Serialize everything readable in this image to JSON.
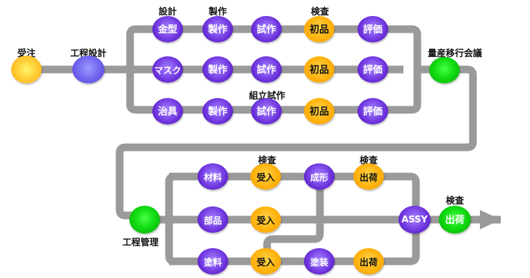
{
  "colors": {
    "pipe": "#9a9a9a",
    "process": "#6a2ee0",
    "design": "#7367ef",
    "inspection": "#ffb511",
    "start": "#ffd13a",
    "milestone": "#12dd12"
  },
  "upper_flow": {
    "start": {
      "label": "受注",
      "inner": ""
    },
    "process_design": {
      "label": "工程設計",
      "inner": ""
    },
    "rows": [
      {
        "steps": [
          {
            "inner": "金型",
            "caption": "設計"
          },
          {
            "inner": "製作",
            "caption": "製作"
          },
          {
            "inner": "試作",
            "caption": ""
          },
          {
            "inner": "初品",
            "caption": "検査"
          },
          {
            "inner": "評価",
            "caption": ""
          }
        ]
      },
      {
        "steps": [
          {
            "inner": "マスク",
            "caption": ""
          },
          {
            "inner": "製作",
            "caption": ""
          },
          {
            "inner": "試作",
            "caption": ""
          },
          {
            "inner": "初品",
            "caption": ""
          },
          {
            "inner": "評価",
            "caption": ""
          }
        ]
      },
      {
        "steps": [
          {
            "inner": "治具",
            "caption": ""
          },
          {
            "inner": "製作",
            "caption": ""
          },
          {
            "inner": "試作",
            "caption": "組立試作"
          },
          {
            "inner": "初品",
            "caption": ""
          },
          {
            "inner": "評価",
            "caption": ""
          }
        ]
      }
    ],
    "milestone": {
      "label": "量産移行会議",
      "inner": ""
    }
  },
  "lower_flow": {
    "management": {
      "label": "工程管理",
      "inner": ""
    },
    "rows": [
      {
        "steps": [
          {
            "inner": "材料",
            "caption": ""
          },
          {
            "inner": "受入",
            "caption": "検査"
          },
          {
            "inner": "成形",
            "caption": ""
          },
          {
            "inner": "出荷",
            "caption": "検査"
          }
        ]
      },
      {
        "steps": [
          {
            "inner": "部品",
            "caption": ""
          },
          {
            "inner": "受入",
            "caption": ""
          }
        ]
      },
      {
        "steps": [
          {
            "inner": "塗料",
            "caption": ""
          },
          {
            "inner": "受入",
            "caption": ""
          },
          {
            "inner": "塗装",
            "caption": ""
          },
          {
            "inner": "出荷",
            "caption": ""
          }
        ]
      }
    ],
    "assembly": {
      "inner": "ASSY"
    },
    "final_shipping": {
      "inner": "出荷",
      "caption": "検査"
    }
  }
}
